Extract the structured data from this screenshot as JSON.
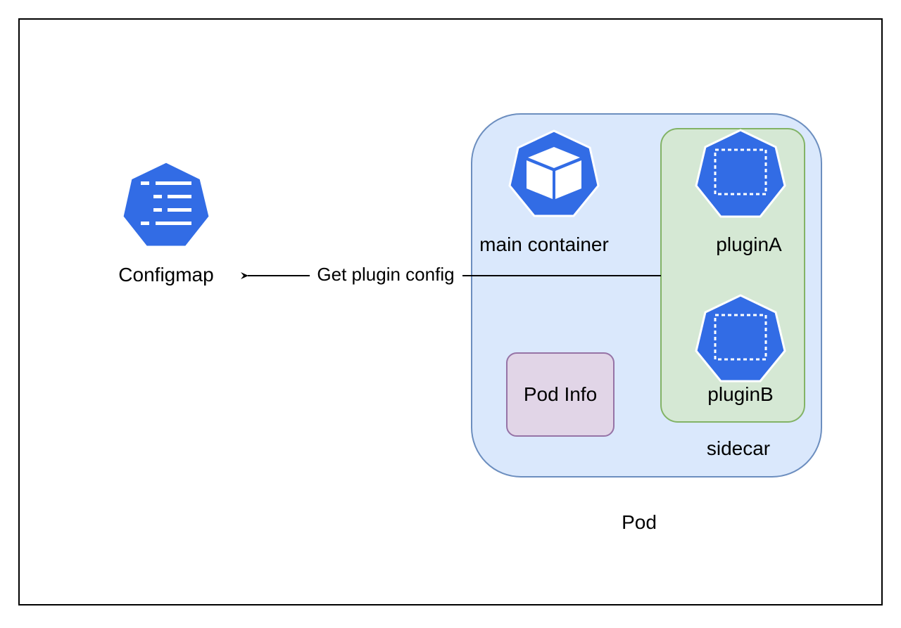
{
  "diagram": {
    "configmap": {
      "label": "Configmap",
      "icon": "configmap-icon"
    },
    "edge": {
      "label": "Get plugin config"
    },
    "pod": {
      "label": "Pod",
      "fill": "#dae8fc",
      "stroke": "#6c8ebf"
    },
    "main_container": {
      "label": "main container",
      "icon": "pod-cube-icon"
    },
    "pod_info": {
      "label": "Pod Info",
      "fill": "#e1d5e7",
      "stroke": "#9673a6"
    },
    "sidecar": {
      "label": "sidecar",
      "fill": "#d5e8d4",
      "stroke": "#82b366",
      "plugins": [
        {
          "label": "pluginA",
          "icon": "plugin-a-icon"
        },
        {
          "label": "pluginB",
          "icon": "plugin-b-icon"
        }
      ]
    },
    "colors": {
      "k8s_blue": "#326ce5",
      "frame": "#000000"
    }
  }
}
